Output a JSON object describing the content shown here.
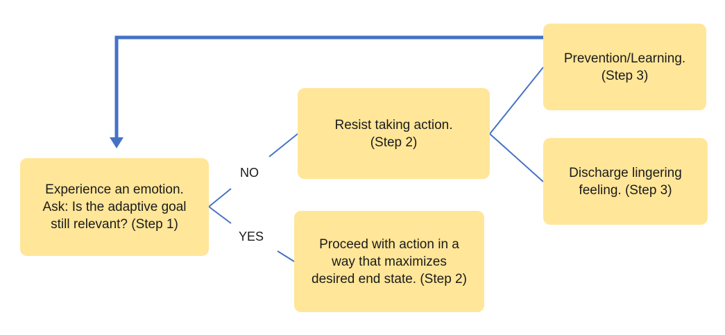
{
  "diagram": {
    "nodes": {
      "step1": "Experience an emotion.\nAsk: Is the adaptive goal\nstill relevant? (Step 1)",
      "resist": "Resist taking action.\n(Step 2)",
      "proceed": "Proceed with action in a\nway that maximizes\ndesired end state. (Step 2)",
      "prevention": "Prevention/Learning.\n(Step 3)",
      "discharge": "Discharge lingering\nfeeling. (Step 3)"
    },
    "edge_labels": {
      "no": "NO",
      "yes": "YES"
    },
    "colors": {
      "node_fill": "#ffe699",
      "connector": "#4472c4",
      "feedback_arrow": "#4472c4"
    }
  }
}
